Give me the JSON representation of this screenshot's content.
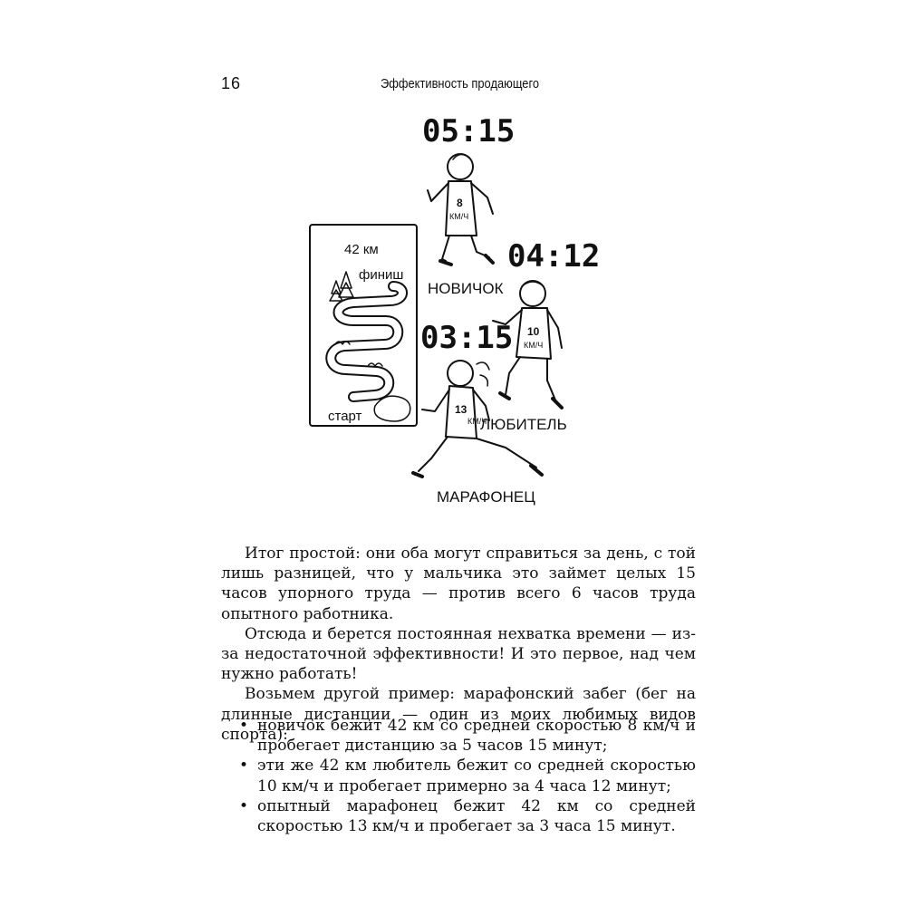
{
  "header": {
    "page_number": "16",
    "running_title": "Эффективность продающего"
  },
  "illustration": {
    "clocks": {
      "novice": "05:15",
      "amateur": "04:12",
      "marathoner": "03:15"
    },
    "bibs": {
      "novice": {
        "number": "8",
        "unit": "КМ/Ч"
      },
      "amateur": {
        "number": "10",
        "unit": "КМ/Ч"
      },
      "marathoner": {
        "number": "13",
        "unit": "КМ/Ч"
      }
    },
    "labels": {
      "novice": "НОВИЧОК",
      "amateur": "ЛЮБИТЕЛЬ",
      "marathoner": "МАРАФОНЕЦ"
    },
    "map": {
      "distance": "42 км",
      "finish": "финиш",
      "start": "старт"
    }
  },
  "body": {
    "paragraphs": [
      "Итог простой: они оба могут справиться за день, с той лишь разницей, что у мальчика это займет целых 15 часов упорного труда — против всего 6 часов труда опытного работника.",
      "Отсюда и берется постоянная нехватка времени — из-за недостаточной эффективности! И это первое, над чем нужно работать!",
      "Возьмем другой пример: марафонский забег (бег на длинные дистанции — один из моих любимых видов спорта):"
    ],
    "list": [
      "новичок бежит 42 км со средней скоростью 8 км/ч и пробегает дистанцию за 5 часов 15 минут;",
      "эти же 42 км любитель бежит со средней скоростью 10 км/ч и пробегает примерно за 4 часа 12 минут;",
      "опытный марафонец бежит 42 км со средней скоростью 13 км/ч и пробегает за 3 часа 15 минут."
    ],
    "bullet": "•"
  }
}
